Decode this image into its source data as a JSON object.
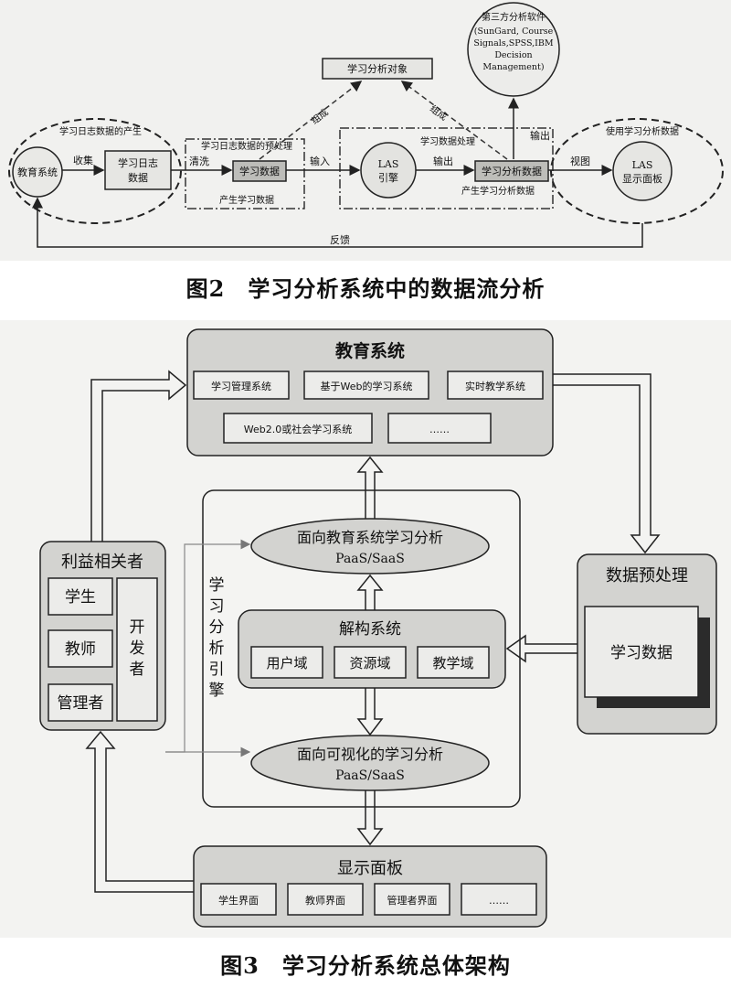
{
  "fig2": {
    "caption": "图2　学习分析系统中的数据流分析",
    "regions": {
      "generation": "学习日志数据的产生",
      "preprocess": "学习日志数据的预处理",
      "processing": "学习数据处理",
      "usage": "使用学习分析数据"
    },
    "nodes": {
      "edu_system": "教育系统",
      "log_line1": "学习日志",
      "log_line2": "数据",
      "learning_data": "学习数据",
      "las_line1": "LAS",
      "las_line2": "引擎",
      "analysis_data": "学习分析数据",
      "object": "学习分析对象",
      "dashboard_line1": "LAS",
      "dashboard_line2": "显示面板",
      "thirdparty_title": "第三方分析软件",
      "thirdparty_l1": "(SunGard, Course",
      "thirdparty_l2": "Signals,SPSS,IBM",
      "thirdparty_l3": "Decision",
      "thirdparty_l4": "Management)"
    },
    "sublabels": {
      "produce_learning": "产生学习数据",
      "produce_analysis": "产生学习分析数据"
    },
    "edges": {
      "collect": "收集",
      "clean": "清洗",
      "input": "输入",
      "output1": "输出",
      "output2": "输出",
      "view": "视图",
      "compose1": "组成",
      "compose2": "组成",
      "feedback": "反馈"
    }
  },
  "fig3": {
    "caption": "图3　学习分析系统总体架构",
    "edu_system": {
      "title": "教育系统",
      "items": [
        "学习管理系统",
        "基于Web的学习系统",
        "实时教学系统",
        "Web2.0或社会学习系统",
        "……"
      ]
    },
    "stakeholders": {
      "title": "利益相关者",
      "items": [
        "学生",
        "教师",
        "管理者"
      ],
      "developer": "开发者"
    },
    "engine_label": "学习分析引擎",
    "edu_analysis": {
      "line1": "面向教育系统学习分析",
      "line2": "PaaS/SaaS"
    },
    "deconstruct": {
      "title": "解构系统",
      "items": [
        "用户域",
        "资源域",
        "教学域"
      ]
    },
    "visual_analysis": {
      "line1": "面向可视化的学习分析",
      "line2": "PaaS/SaaS"
    },
    "preprocess": {
      "title": "数据预处理",
      "data": "学习数据"
    },
    "dashboard": {
      "title": "显示面板",
      "items": [
        "学生界面",
        "教师界面",
        "管理者界面",
        "……"
      ]
    }
  }
}
